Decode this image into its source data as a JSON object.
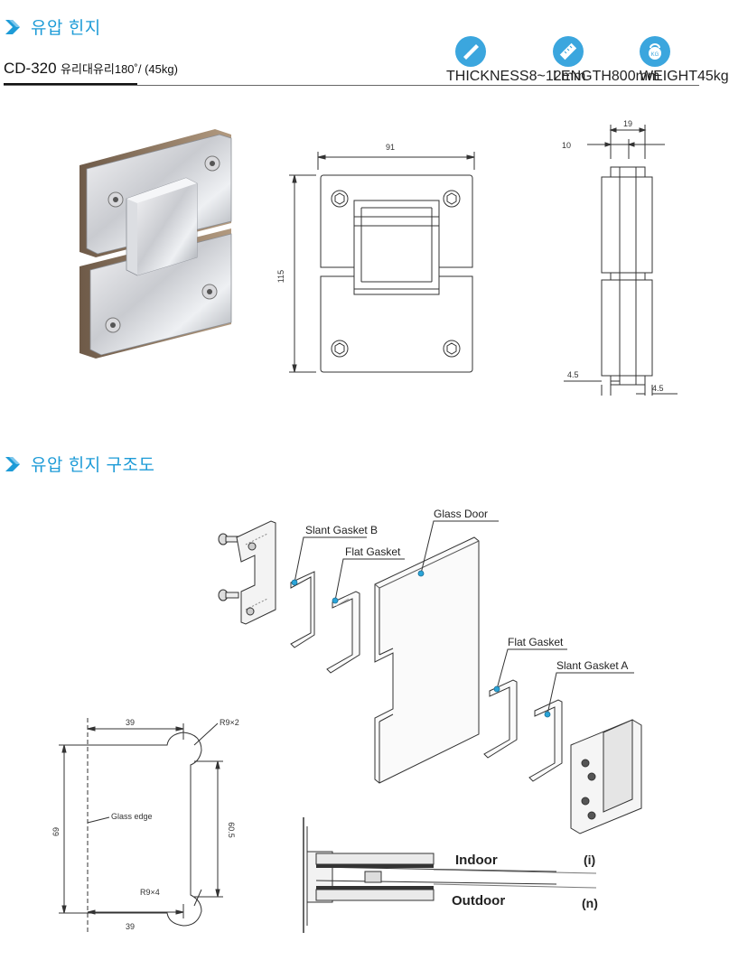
{
  "section1": {
    "title": "유압 힌지"
  },
  "model": {
    "code": "CD-320",
    "description": "유리대유리180˚/ (45kg)"
  },
  "specs": [
    {
      "label": "THICKNESS",
      "value": "8~12mm",
      "icon": "caliper-icon"
    },
    {
      "label": "LENGTH",
      "value": "800mm",
      "icon": "ruler-icon"
    },
    {
      "label": "WEIGHT",
      "value": "45kg",
      "icon": "kettlebell-icon",
      "badge_text": "KG"
    }
  ],
  "front_drawing": {
    "width_dim": "91",
    "height_dim": "115"
  },
  "side_drawing": {
    "top_total": "19",
    "top_offset": "10",
    "bottom_left": "4.5",
    "bottom_right": "4.5"
  },
  "section2": {
    "title": "유압 힌지 구조도"
  },
  "exploded": {
    "labels": {
      "slant_b": "Slant Gasket B",
      "flat_1": "Flat Gasket",
      "glass_door": "Glass Door",
      "flat_2": "Flat Gasket",
      "slant_a": "Slant Gasket A"
    }
  },
  "cutout": {
    "top_width": "39",
    "bottom_width": "39",
    "radius_top": "R9×2",
    "radius_bottom": "R9×4",
    "height_total": "69",
    "inner_height": "60.5",
    "glass_edge": "Glass  edge"
  },
  "section_view": {
    "indoor": "Indoor",
    "outdoor": "Outdoor",
    "i_mark": "(i)",
    "n_mark": "(n)"
  },
  "colors": {
    "accent": "#1d9bd7",
    "badge": "#3ba6de",
    "gasket_dot": "#2aa4d8"
  }
}
